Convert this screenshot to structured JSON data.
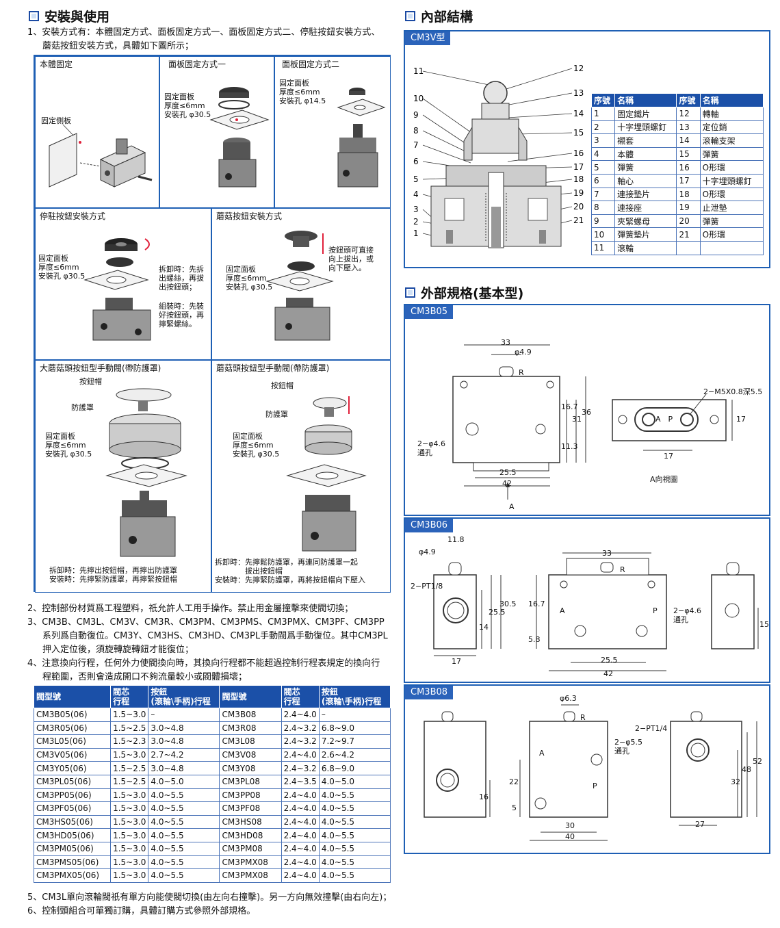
{
  "install": {
    "title": "安裝與使用",
    "p1": [
      "1、安裝方式有：本體固定方式、面板固定方式一、面板固定方式二、停駐按鈕安裝方式、",
      "蘑菇按鈕安裝方式，具體如下圖所示；"
    ],
    "panels": {
      "body": {
        "title": "本體固定",
        "side": "固定側板"
      },
      "p1": {
        "title": "面板固定方式一",
        "text": "固定面板\n厚度≤6mm\n安裝孔 φ30.5"
      },
      "p2": {
        "title": "面板固定方式二",
        "text": "固定面板\n厚度≤6mm\n安裝孔 φ14.5"
      },
      "stay": {
        "title": "停駐按鈕安裝方式",
        "plate": "固定面板\n厚度≤6mm\n安裝孔 φ30.5",
        "remove": "拆卸時：先拆\n出螺絲，再拔\n出按鈕頭；",
        "assemble": "組裝時：先裝\n好按鈕頭，再\n擰緊螺絲。"
      },
      "mush": {
        "title": "蘑菇按鈕安裝方式",
        "plate": "固定面板\n厚度≤6mm\n安裝孔 φ30.5",
        "note": "按鈕頭可直接\n向上拔出，或\n向下壓入。"
      },
      "big": {
        "title": "大蘑菇頭按鈕型手動閥(帶防護罩)",
        "cap": "按鈕帽",
        "guard": "防護罩",
        "plate": "固定面板\n厚度≤6mm\n安裝孔 φ30.5",
        "note": "拆卸時：先擰出按鈕帽，再擰出防護罩\n安裝時：先擰緊防護罩，再擰緊按鈕帽"
      },
      "mg": {
        "title": "蘑菇頭按鈕型手動閥(帶防護罩)",
        "cap": "按鈕帽",
        "guard": "防護罩",
        "plate": "固定面板\n厚度≤6mm\n安裝孔 φ30.5",
        "note": "拆卸時：先擰鬆防護罩，再連同防護罩一起\n　　　　拔出按鈕帽\n安裝時：先擰緊防護罩，再將按鈕帽向下壓入"
      }
    },
    "p2": "2、控制部份材質爲工程塑料，祇允許人工用手操作。禁止用金屬撞擊來使閥切換；",
    "p3": [
      "3、CM3B、CM3L、CM3V、CM3R、CM3PM、CM3PMS、CM3PMX、CM3PF、CM3PP",
      "系列爲自動復位。CM3Y、CM3HS、CM3HD、CM3PL手動閥爲手動復位。其中CM3PL",
      "押入定位後，須旋轉旋轉鈕才能復位；"
    ],
    "p4": [
      "4、注意換向行程，任何外力使閥換向時，其換向行程都不能超過控制行程表規定的換向行",
      "程範圍，否則會造成開口不夠流量較小或閥體損壞；"
    ],
    "p5": "5、CM3L單向滾輪閥祇有單方向能使閥切換(由左向右撞擊)。另一方向無效撞擊(由右向左)；",
    "p6": "6、控制頭組合可單獨訂購，具體訂購方式參照外部規格。"
  },
  "stroke_table": {
    "headers": [
      "閥型號",
      "閥芯\n行程",
      "按鈕\n(滾輪\\手柄)行程",
      "閥型號",
      "閥芯\n行程",
      "按鈕\n(滾輪\\手柄)行程"
    ],
    "rows": [
      [
        "CM3B05(06)",
        "1.5~3.0",
        "–",
        "CM3B08",
        "2.4~4.0",
        "–"
      ],
      [
        "CM3R05(06)",
        "1.5~2.5",
        "3.0~4.8",
        "CM3R08",
        "2.4~3.2",
        "6.8~9.0"
      ],
      [
        "CM3L05(06)",
        "1.5~2.3",
        "3.0~4.8",
        "CM3L08",
        "2.4~3.2",
        "7.2~9.7"
      ],
      [
        "CM3V05(06)",
        "1.5~3.0",
        "2.7~4.2",
        "CM3V08",
        "2.4~4.0",
        "2.6~4.2"
      ],
      [
        "CM3Y05(06)",
        "1.5~2.5",
        "3.0~4.8",
        "CM3Y08",
        "2.4~3.2",
        "6.8~9.0"
      ],
      [
        "CM3PL05(06)",
        "1.5~2.5",
        "4.0~5.0",
        "CM3PL08",
        "2.4~3.5",
        "4.0~5.0"
      ],
      [
        "CM3PP05(06)",
        "1.5~3.0",
        "4.0~5.5",
        "CM3PP08",
        "2.4~4.0",
        "4.0~5.5"
      ],
      [
        "CM3PF05(06)",
        "1.5~3.0",
        "4.0~5.5",
        "CM3PF08",
        "2.4~4.0",
        "4.0~5.5"
      ],
      [
        "CM3HS05(06)",
        "1.5~3.0",
        "4.0~5.5",
        "CM3HS08",
        "2.4~4.0",
        "4.0~5.5"
      ],
      [
        "CM3HD05(06)",
        "1.5~3.0",
        "4.0~5.5",
        "CM3HD08",
        "2.4~4.0",
        "4.0~5.5"
      ],
      [
        "CM3PM05(06)",
        "1.5~3.0",
        "4.0~5.5",
        "CM3PM08",
        "2.4~4.0",
        "4.0~5.5"
      ],
      [
        "CM3PMS05(06)",
        "1.5~3.0",
        "4.0~5.5",
        "CM3PMX08",
        "2.4~4.0",
        "4.0~5.5"
      ],
      [
        "CM3PMX05(06)",
        "1.5~3.0",
        "4.0~5.5",
        "CM3PMX08",
        "2.4~4.0",
        "4.0~5.5"
      ]
    ]
  },
  "internal": {
    "title": "內部結構",
    "model": "CM3V型",
    "headers": [
      "序號",
      "名稱",
      "序號",
      "名稱"
    ],
    "parts": [
      [
        "1",
        "固定鐵片",
        "12",
        "轉軸"
      ],
      [
        "2",
        "十字埋頭螺釘",
        "13",
        "定位銷"
      ],
      [
        "3",
        "襯套",
        "14",
        "滾輪支架"
      ],
      [
        "4",
        "本體",
        "15",
        "彈簧"
      ],
      [
        "5",
        "彈簧",
        "16",
        "O形環"
      ],
      [
        "6",
        "軸心",
        "17",
        "十字埋頭螺釘"
      ],
      [
        "7",
        "連接墊片",
        "18",
        "O形環"
      ],
      [
        "8",
        "連接座",
        "19",
        "止泄墊"
      ],
      [
        "9",
        "夾緊螺母",
        "20",
        "彈簧"
      ],
      [
        "10",
        "彈簧墊片",
        "21",
        "O形環"
      ],
      [
        "11",
        "滾輪",
        "",
        ""
      ]
    ],
    "left_numbers": [
      "11",
      "10",
      "9",
      "8",
      "7",
      "6",
      "5",
      "4",
      "3",
      "2",
      "1"
    ],
    "right_numbers": [
      "12",
      "13",
      "14",
      "15",
      "16",
      "17",
      "18",
      "19",
      "20",
      "21"
    ]
  },
  "external": {
    "title": "外部規格(基本型)",
    "b05": {
      "model": "CM3B05",
      "d33": "33",
      "d49": "φ4.9",
      "r": "R",
      "d167": "16.7",
      "d31": "31",
      "d36": "36",
      "d113": "11.3",
      "hole": "2−φ4.6\n通孔",
      "d255": "25.5",
      "d42": "42",
      "a": "A",
      "thread": "2−M5X0.8深5.5",
      "ap": "A　P",
      "d17": "17",
      "d17b": "17",
      "aview": "A向視圖"
    },
    "b06": {
      "model": "CM3B06",
      "d118": "11.8",
      "d49": "φ4.9",
      "pt": "2−PT1/8",
      "d14": "14",
      "d255": "25.5",
      "d305": "30.5",
      "d17": "17",
      "d33": "33",
      "r": "R",
      "a": "A",
      "p": "P",
      "hole": "2−φ4.6\n通孔",
      "d167": "16.7",
      "d58": "5.8",
      "d255b": "25.5",
      "d42": "42",
      "d15": "15"
    },
    "b08": {
      "model": "CM3B08",
      "d63": "φ6.3",
      "r": "R",
      "pt": "2−PT1/4",
      "hole": "2−φ5.5\n通孔",
      "a": "A",
      "p": "P",
      "d16": "16",
      "d22": "22",
      "d5": "5",
      "d30": "30",
      "d40": "40",
      "d32": "32",
      "d48": "48",
      "d52": "52",
      "d27": "27"
    }
  }
}
